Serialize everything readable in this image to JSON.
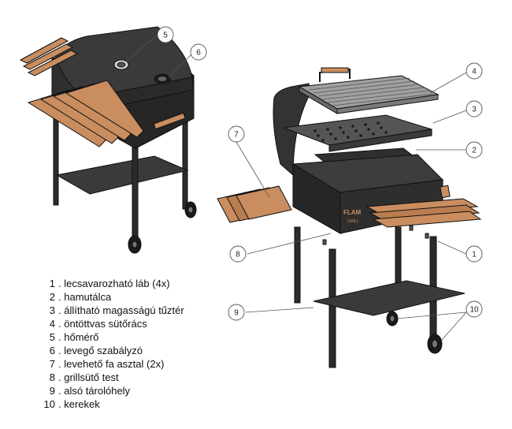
{
  "callouts": [
    {
      "num": "1",
      "label": "lecsavarozható láb (4x)"
    },
    {
      "num": "2",
      "label": "hamutálca"
    },
    {
      "num": "3",
      "label": "állítható magasságú tűztér"
    },
    {
      "num": "4",
      "label": "öntöttvas sütőrács"
    },
    {
      "num": "5",
      "label": "hőmérő"
    },
    {
      "num": "6",
      "label": "levegő szabályzó"
    },
    {
      "num": "7",
      "label": "levehető fa asztal (2x)"
    },
    {
      "num": "8",
      "label": "grillsütő test"
    },
    {
      "num": "9",
      "label": "alsó tárolóhely"
    },
    {
      "num": "10",
      "label": "kerekek"
    }
  ],
  "brand_logo": "FLAM GRILL",
  "colors": {
    "body": "#2e2e2e",
    "wood": "#c98d5f",
    "steel": "#9a9a9a"
  }
}
